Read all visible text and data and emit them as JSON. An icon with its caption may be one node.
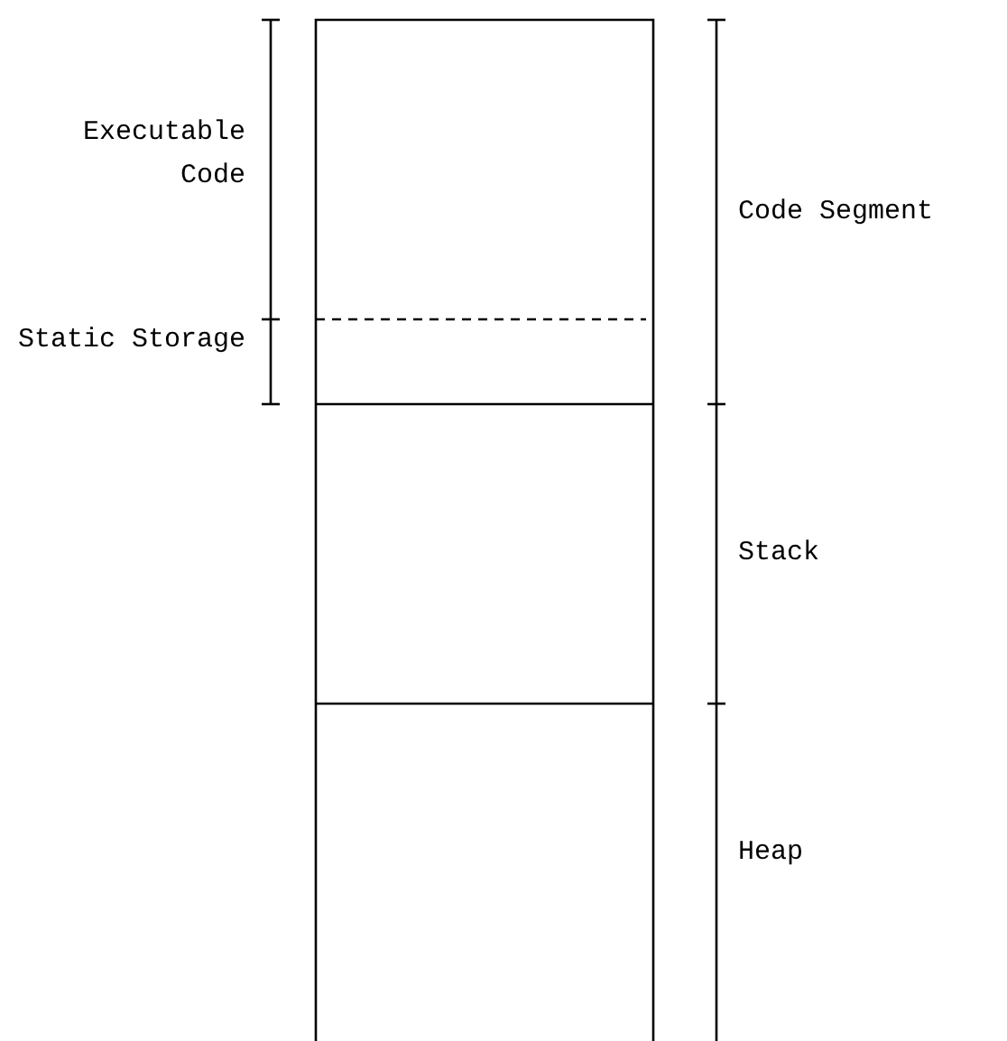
{
  "diagram": {
    "labels": [
      "Executable Code",
      "Static Storage",
      "Code Segment",
      "Stack",
      "Heap"
    ]
  }
}
